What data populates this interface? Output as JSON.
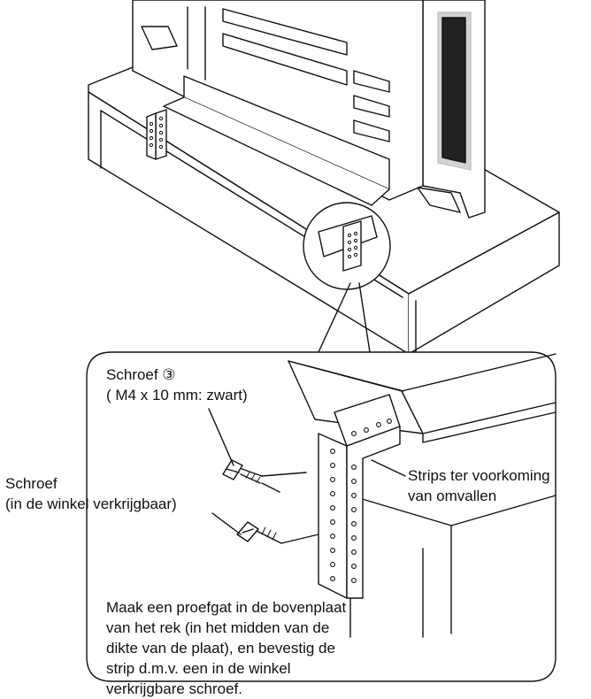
{
  "labels": {
    "screw3": "Schroef ③",
    "screw3_spec": "( M4 x 10 mm: zwart)",
    "screw_shop": "Schroef",
    "screw_shop_note": "(in de winkel verkrijgbaar)",
    "strips_line1": "Strips ter voorkoming",
    "strips_line2": "van omvallen"
  },
  "instruction": "Maak een proefgat in de bovenplaat\nvan het rek (in het midden van de\ndikte van de plaat), en bevestig de\nstrip d.m.v. een in de winkel\nverkrijgbare schroef.",
  "colors": {
    "line": "#111111",
    "detail": "#555555",
    "shade": "#bbbbbb"
  }
}
